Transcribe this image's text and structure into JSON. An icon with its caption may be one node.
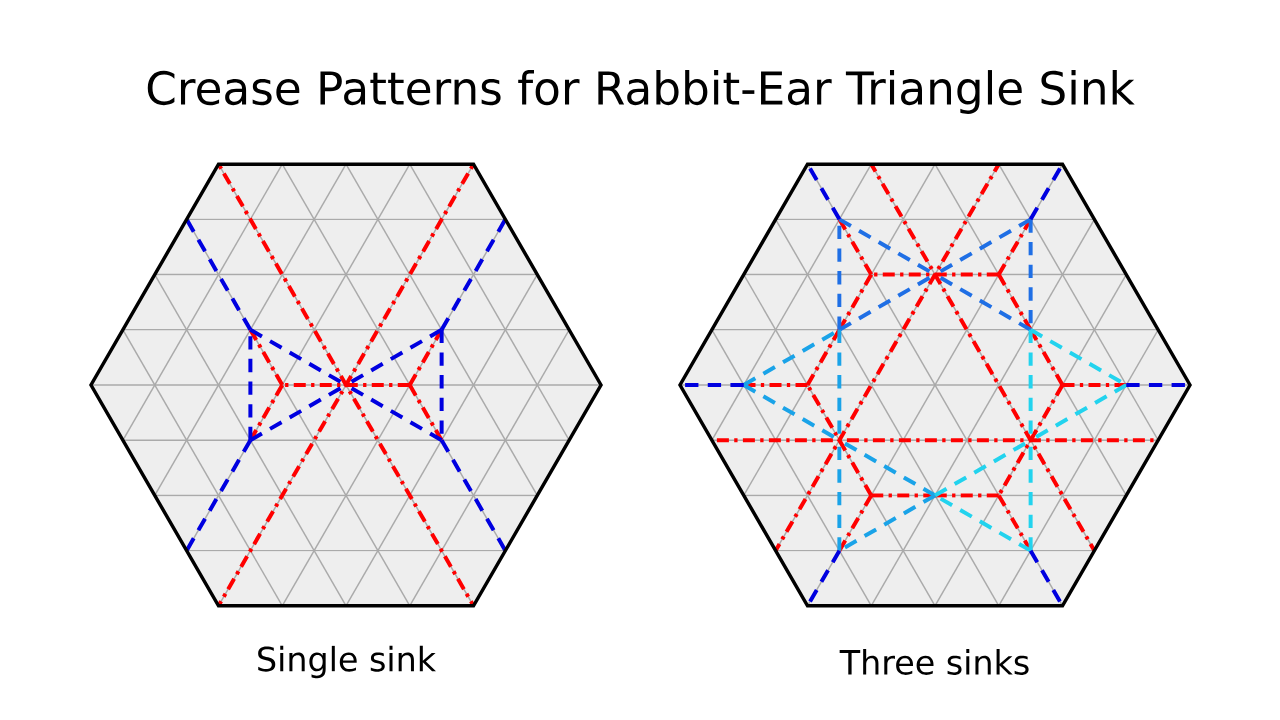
{
  "diagram": {
    "title": "Crease Patterns for Rabbit-Ear Triangle Sink",
    "labels": [
      "Single sink",
      "Three sinks"
    ]
  }
}
